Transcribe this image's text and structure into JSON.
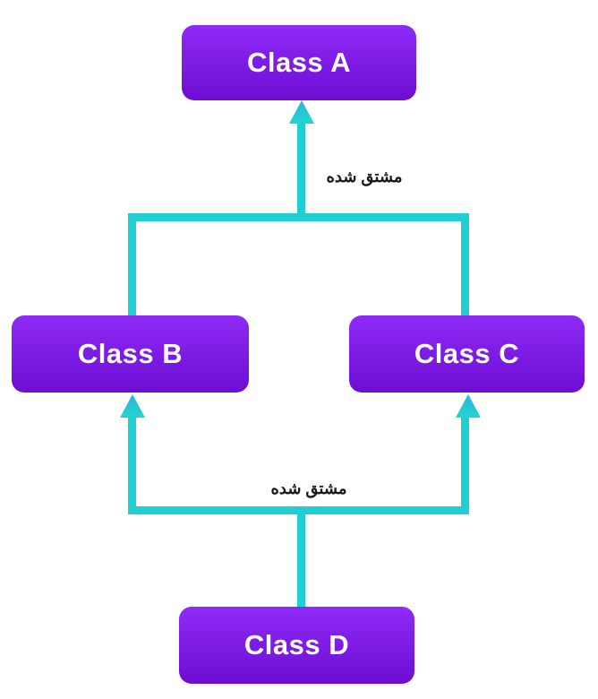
{
  "nodes": {
    "a": {
      "label": "Class A"
    },
    "b": {
      "label": "Class B"
    },
    "c": {
      "label": "Class C"
    },
    "d": {
      "label": "Class D"
    }
  },
  "edges": {
    "top": {
      "label": "مشتق شده",
      "from": [
        "Class B",
        "Class C"
      ],
      "to": "Class A",
      "arrow_direction": "up"
    },
    "bottom": {
      "label": "مشتق شده",
      "from": [
        "Class D"
      ],
      "to": [
        "Class B",
        "Class C"
      ],
      "arrow_direction": "up"
    }
  },
  "theme": {
    "background": "#FFFFFF",
    "node_gradient_top": "#8E2BF7",
    "node_gradient_bottom": "#6D0DD3",
    "node_text_color": "#FFFFFF",
    "connector_color": "#1FCFD2",
    "arrow_gradient_top": "#2FB3E2",
    "arrow_gradient_bottom": "#1FD6CB",
    "label_color": "#1A1A1A"
  }
}
